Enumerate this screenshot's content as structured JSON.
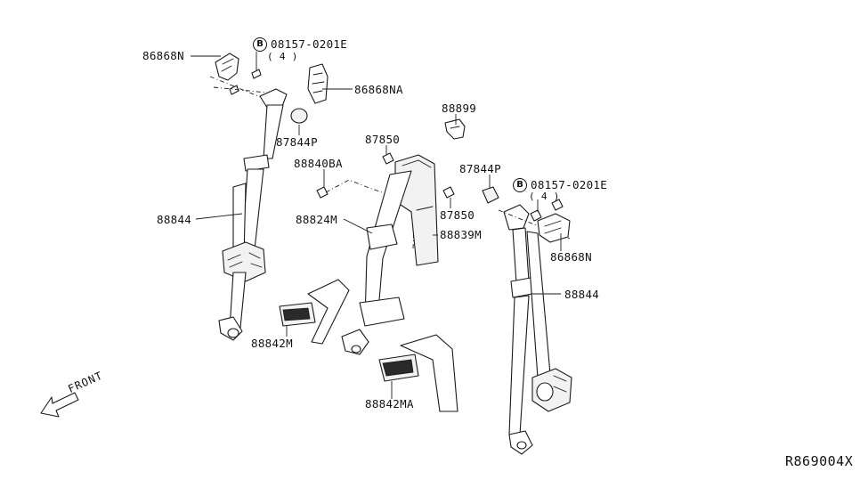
{
  "labels": {
    "l_86868n_top": "86868N",
    "l_bolt_spec_top": "08157-0201E",
    "l_qty_top": "( 4 )",
    "l_86868na": "86868NA",
    "l_87844p_left": "87844P",
    "l_88899": "88899",
    "l_87850_top": "87850",
    "l_88840ba": "88840BA",
    "l_87844p_right": "87844P",
    "l_bolt_spec_right": "08157-0201E",
    "l_qty_right": "( 4 )",
    "l_88844_left": "88844",
    "l_88824m": "88824M",
    "l_87850_right": "87850",
    "l_88839m": "88839M",
    "l_86868n_right": "86868N",
    "l_88844_right": "88844",
    "l_88842m": "88842M",
    "l_88842ma": "88842MA"
  },
  "bolt_marker": "B",
  "front_indicator": "FRONT",
  "reference_number": "R869004X",
  "icons": [
    "front-arrow-icon",
    "bolt-circle-b-icon"
  ]
}
